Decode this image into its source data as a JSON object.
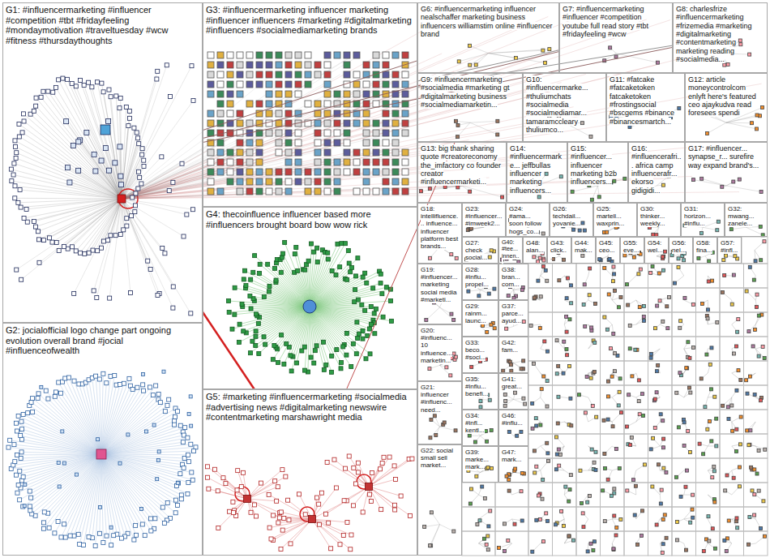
{
  "diagram": {
    "nodes": [
      {
        "text": [
          "G1: #influencermarketing #influencer #competition #tbt #fridayfeeling #mondaymotivation #traveltuesday #wcw #fitness #thursdaythoughts"
        ]
      },
      {
        "text": [
          "G2: jocialofficial logo change part ongoing evolution overall brand #jocial #influenceofwealth"
        ]
      },
      {
        "text": [
          "G3: #influencermarketing influencer marketing #influencer influencers #marketing #digitalmarketing #influencers #socialmediamarketing brands"
        ]
      },
      {
        "text": [
          "G4: thecoinfluence influencer based more #influencers brought board bow wow rick"
        ]
      },
      {
        "text": [
          "G5: #marketing #influencermarketing #socialmedia #advertising news #digitalmarketing newswire #contentmarketing marshawright media"
        ]
      },
      {
        "text": [
          "G6: #influencermarketing influencer nealschaffer marketing business influencers williamstim online #influencer brand"
        ]
      },
      {
        "text": [
          "G7: #influencermarketing #influencer #competition youtube full read story #tbt #fridayfeeling #wcw"
        ]
      },
      {
        "text": [
          "G8: charlesfrize #influencermarketing #frizemedia #marketing #digitalmarketing #contentmarketing marketing reading #socialmedia..."
        ]
      },
      {
        "text": [
          "G9: #influencermarketing #socialmedia #marketing gt #digitalmarketing business #socialmediamarketin..."
        ]
      },
      {
        "text": [
          "G10: #influencermarke... #thuliumchats #socialmedia #socialmediamar... tamaramccleary thuliumco..."
        ]
      },
      {
        "text": [
          "G11: #fatcake #fatcaketoken fatcaketoken #frostingsocial #bscgems #binance #binancesmartch..."
        ]
      },
      {
        "text": [
          "G12: article moneycontrolcom enlyft here's featured ceo ajaykudva read foresees spendi"
        ]
      },
      {
        "text": [
          "G13: big thank sharing quote #creatoreconomy the_imfactory co founder creator #influencermarketi..."
        ]
      },
      {
        "text": [
          "G14: #influencermarke... jeffbullas influencer marketing influencers..."
        ]
      },
      {
        "text": [
          "G15: #influencer... influencer marketing b2b influencers..."
        ]
      },
      {
        "text": [
          "G16: #influencerafri... africa camp influencerafr... ekorso gidigidi..."
        ]
      },
      {
        "text": [
          "G17: #influencer... synapse_r... surefire way expand brand's..."
        ]
      },
      {
        "text": [
          "G18: intellifluence... influence... influencer platform best brands..."
        ]
      },
      {
        "text": [
          "G23: #influencer... #imweek2..."
        ]
      },
      {
        "text": [
          "G24: #ama... soon follow hogs_co..."
        ]
      },
      {
        "text": [
          "G26: techdail... yovanie..."
        ]
      },
      {
        "text": [
          "G25: martell... waxprin..."
        ]
      },
      {
        "text": [
          "G30: thinker... weekly..."
        ]
      },
      {
        "text": [
          "G31: horizon... #influ..."
        ]
      },
      {
        "text": [
          "G32: mwang... zanele..."
        ]
      },
      {
        "text": [
          "G27: check social..."
        ]
      },
      {
        "text": [
          "G40: #tee... innen..."
        ]
      },
      {
        "text": [
          "G48: alan..."
        ]
      },
      {
        "text": [
          "G43: click..."
        ]
      },
      {
        "text": [
          "G44: mak..."
        ]
      },
      {
        "text": [
          "G45: ceo..."
        ]
      },
      {
        "text": [
          "G55: eve..."
        ]
      },
      {
        "text": [
          "G54: wel..."
        ]
      },
      {
        "text": [
          "G56: nel..."
        ]
      },
      {
        "text": [
          "G58: fina..."
        ]
      },
      {
        "text": [
          "G57: #infl..."
        ]
      },
      {
        "text": [
          "G19: #influencer... marketing social media #marketi..."
        ]
      },
      {
        "text": [
          "G20: #influenc... 10 influence... marketin..."
        ]
      },
      {
        "text": [
          "G21: influencer #influenc... need..."
        ]
      },
      {
        "text": [
          "G22: social small sell market..."
        ]
      },
      {
        "text": [
          "G28: #influ... propel..."
        ]
      },
      {
        "text": [
          "G29: rainm... launc..."
        ]
      },
      {
        "text": [
          "G33: beco... #soci..."
        ]
      },
      {
        "text": [
          "G35: #influ... benefi..."
        ]
      },
      {
        "text": [
          "G34: #infl... kentl..."
        ]
      },
      {
        "text": [
          "G39: marke... mark..."
        ]
      },
      {
        "text": [
          "G38: bran... com..."
        ]
      },
      {
        "text": [
          "G37: parce... ayud..."
        ]
      },
      {
        "text": [
          "G42: fam..."
        ]
      },
      {
        "text": [
          "G41: great..."
        ]
      },
      {
        "text": [
          "G46: #influ..."
        ]
      },
      {
        "text": [
          "G47: mark..."
        ]
      }
    ],
    "edges": [
      {
        "from": 0,
        "to": 5,
        "arrow": "none"
      },
      {
        "from": 0,
        "to": 6,
        "arrow": "none"
      },
      {
        "from": 0,
        "to": 7,
        "arrow": "none"
      },
      {
        "from": 0,
        "to": 4,
        "arrow": "none"
      },
      {
        "from": 2,
        "to": 7,
        "arrow": "none"
      },
      {
        "from": 4,
        "to": 8,
        "arrow": "none"
      },
      {
        "from": 2,
        "to": 6,
        "arrow": "none"
      }
    ]
  }
}
